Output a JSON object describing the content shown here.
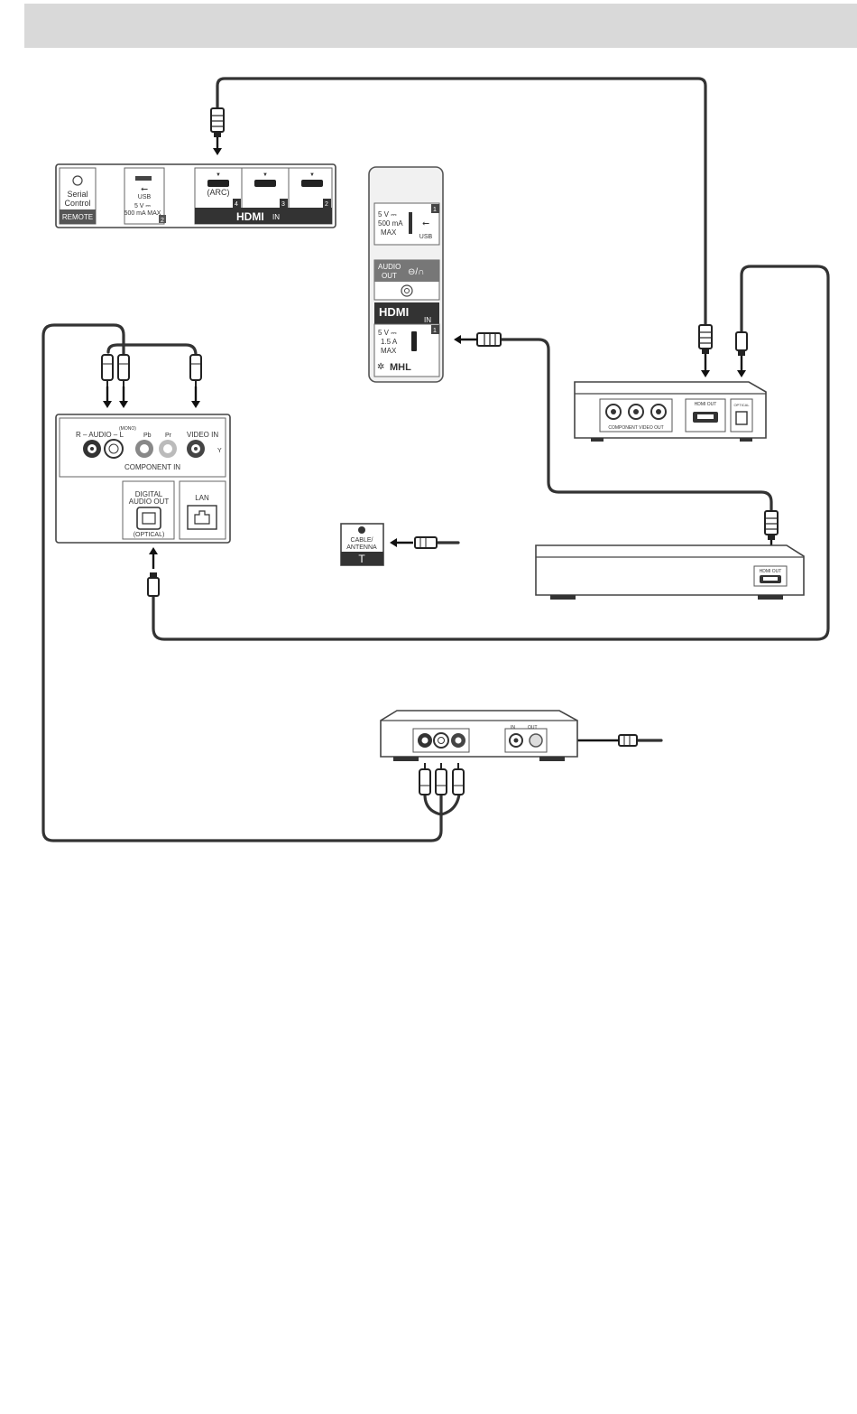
{
  "header_band": {
    "color": "#d9d9d9"
  },
  "tv_side_panel": {
    "serial_label_1": "Serial",
    "serial_label_2": "Control",
    "remote_label": "REMOTE",
    "usb_label": "USB",
    "usb_rating_1": "5 V ⎓",
    "usb_rating_2": "500 mA MAX",
    "usb_number": "2",
    "hdmi_arc_label": "(ARC)",
    "hdmi_port_numbers": [
      "4",
      "3",
      "2"
    ],
    "hdmi_in_logo": "HDMI",
    "hdmi_in_suffix": "IN"
  },
  "tv_rear_panel_mhl": {
    "usb_rating_1": "5 V ⎓",
    "usb_rating_2": "500 mA",
    "usb_rating_3": "MAX",
    "usb_label": "USB",
    "usb_number": "1",
    "audio_out_1": "AUDIO",
    "audio_out_2": "OUT",
    "hdmi_logo": "HDMI",
    "hdmi_in": "IN",
    "mhl_rating_1": "5 V ⎓",
    "mhl_rating_2": "1.5 A",
    "mhl_rating_3": "MAX",
    "mhl_number": "1",
    "mhl_logo": "MHL"
  },
  "tv_av_panel": {
    "mono_label": "(MONO)",
    "audio_label": "R – AUDIO – L",
    "pb_label": "Pb",
    "pr_label": "Pr",
    "video_in_label": "VIDEO IN",
    "y_label": "Y",
    "component_in_label": "COMPONENT IN",
    "digital_label": "DIGITAL",
    "audio_out_label": "AUDIO OUT",
    "optical_label": "(OPTICAL)",
    "lan_label": "LAN"
  },
  "cable_antenna": {
    "line1": "CABLE/",
    "line2": "ANTENNA"
  },
  "device_top_right": {
    "component_out_label": "COMPONENT VIDEO OUT",
    "hdmi_out_label": "HDMI OUT",
    "optical_label": "OPTICAL"
  },
  "device_middle_right": {
    "hdmi_out_label": "HDMI OUT"
  },
  "device_bottom": {
    "in_label": "IN",
    "out_label": "OUT"
  }
}
